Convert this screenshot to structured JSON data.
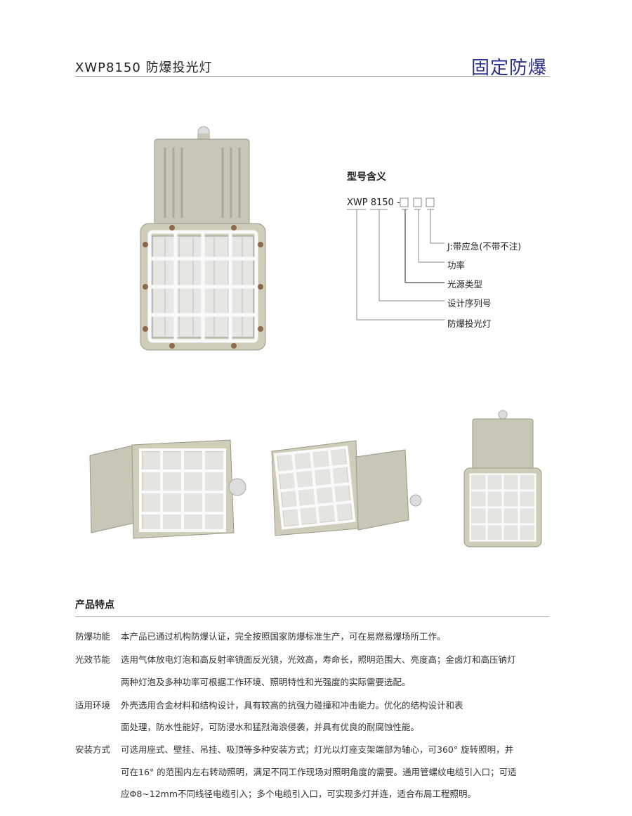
{
  "header": {
    "title": "XWP8150 防爆投光灯",
    "category": "固定防爆",
    "accent_color": "#2b2f8e"
  },
  "model_diagram": {
    "title": "型号含义",
    "code_prefix": "XWP 8150 -",
    "labels": [
      "J:带应急(不带不注)",
      "功率",
      "光源类型",
      "设计序列号",
      "防爆投光灯"
    ]
  },
  "features": {
    "title": "产品特点",
    "items": [
      {
        "label": "防爆功能",
        "lines": [
          "本产品已通过机构防爆认证，完全按照国家防爆标准生产，可在易燃易爆场所工作。"
        ]
      },
      {
        "label": "光效节能",
        "lines": [
          "选用气体放电灯泡和高反射率镜面反光镜，光效高，寿命长，照明范围大、亮度高；金卤灯和高压钠灯",
          "两种灯泡及多种功率可根据工作环境、照明特性和光强度的实际需要选配。"
        ]
      },
      {
        "label": "适用环境",
        "lines": [
          "外壳选用合金材料和结构设计，具有较高的抗强力碰撞和冲击能力。优化的结构设计和表",
          "面处理，防水性能好，可防浸水和猛烈海浪侵袭，并具有优良的耐腐蚀性能。"
        ]
      },
      {
        "label": "安装方式",
        "lines": [
          "可选用座式、壁挂、吊挂、吸顶等多种安装方式；灯光以灯座支架端部为轴心，可360°  旋转照明，并",
          "可在16°  的范围内左右转动照明，满足不同工作现场对照明角度的需要。通用管螺纹电缆引入口；可适",
          "应Φ8~12mm不同线径电缆引入；多个电缆引入口，可实现多灯并连，适合布局工程照明。"
        ]
      }
    ]
  }
}
